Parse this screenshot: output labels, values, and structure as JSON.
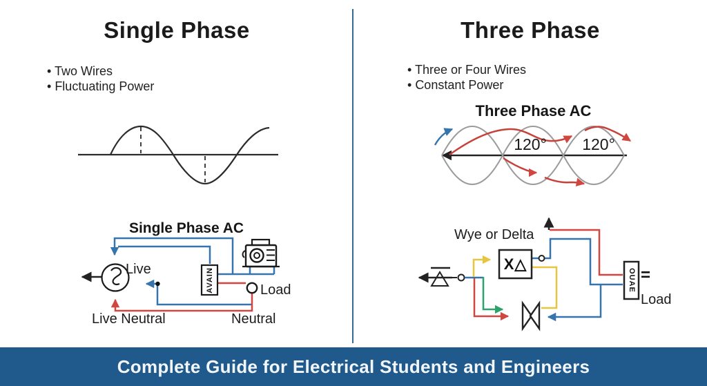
{
  "left": {
    "title": "Single Phase",
    "bullets": [
      "Two Wires",
      "Fluctuating Power"
    ],
    "diagram_label": "Single Phase AC",
    "labels": {
      "live": "Live",
      "load": "Load",
      "live_neutral": "Live Neutral",
      "neutral": "Neutral",
      "breaker_box_text": "AVAIN"
    }
  },
  "right": {
    "title": "Three Phase",
    "bullets": [
      "Three or Four Wires",
      "Constant Power"
    ],
    "diagram_label": "Three Phase AC",
    "angles": [
      "120°",
      "120°"
    ],
    "labels": {
      "wye_or_delta": "Wye or Delta",
      "transformer_box_text": "X△",
      "load_box_text": "OUAE",
      "equals": "=",
      "load": "Load"
    }
  },
  "banner": {
    "text": "Complete Guide for Electrical Students and Engineers"
  },
  "colors": {
    "banner_bg": "#20598b",
    "banner_text": "#f2f6f9",
    "divider": "#336a93",
    "wire_blue": "#3674ad",
    "wire_red": "#cf4740",
    "wire_yellow": "#e8c53e",
    "wire_green": "#2ba36a",
    "curve_gray": "#9b9b9b",
    "ink": "#1d1d1d"
  }
}
